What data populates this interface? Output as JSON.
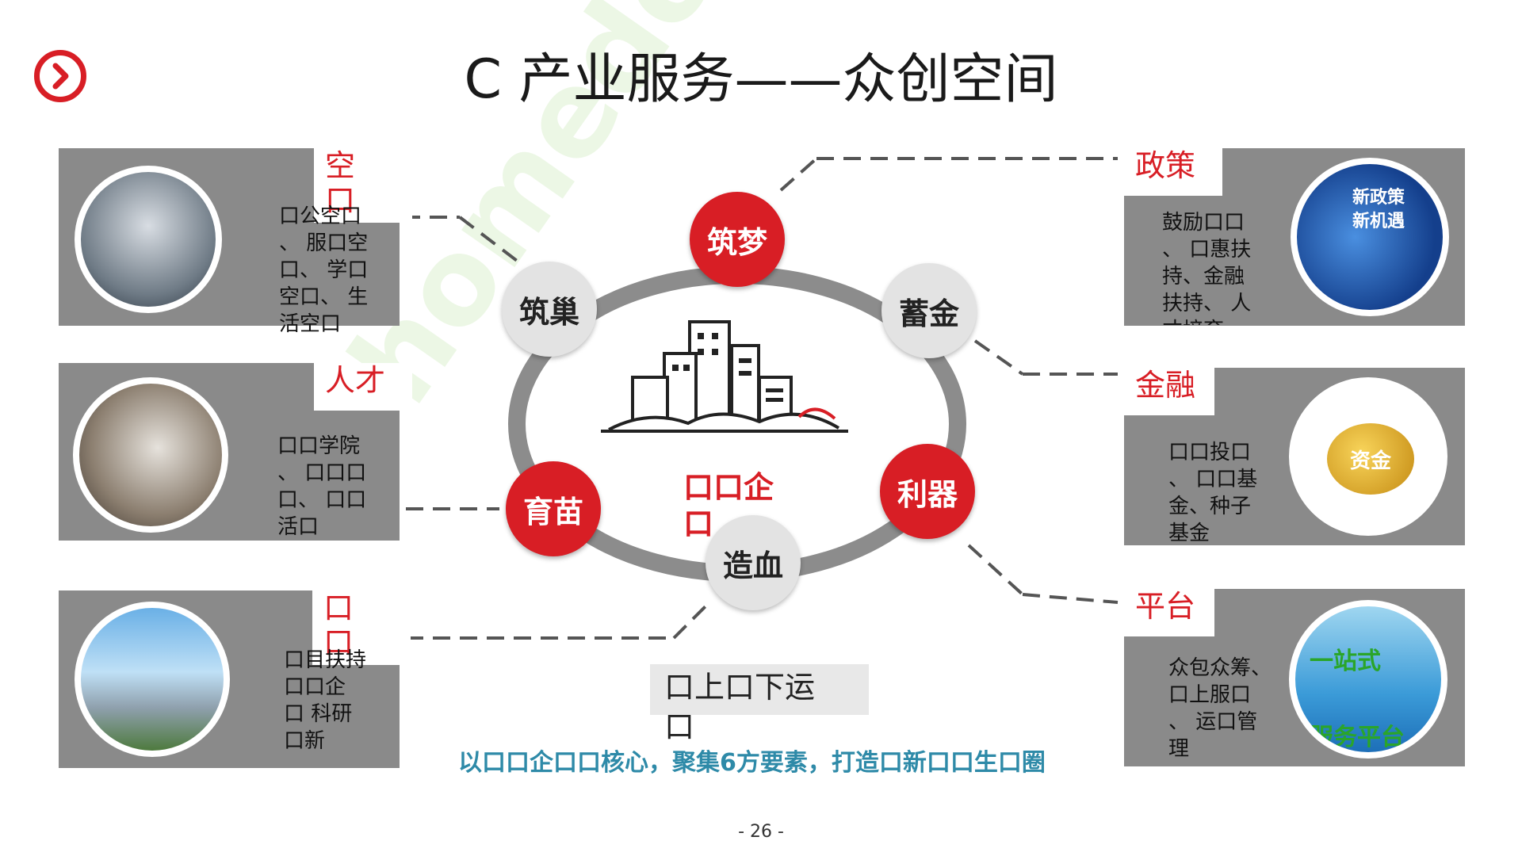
{
  "title": "C 产业服务——众创空间",
  "watermark": "homedo.com 河姆渡",
  "left_panels": [
    {
      "label": "空\n口",
      "text": "口公空口\n、   服口空\n口、  学口\n空口、   生\n活空口"
    },
    {
      "label": "人才",
      "text": "口口学院\n、   口口口\n口、   口口\n活口"
    },
    {
      "label": "口\n口",
      "text": "口目扶持\n口口企\n口    科研\n口新"
    }
  ],
  "right_panels": [
    {
      "label": "政策",
      "text": "鼓励口口\n、 口惠扶\n持、金融\n扶持、   人\n才培育",
      "photo_text": "新政策\n新机遇"
    },
    {
      "label": "金融",
      "text": "口口投口\n、    口口基\n金、种子\n基金",
      "photo_text": "资金"
    },
    {
      "label": "平台",
      "text": "众包众筹、\n口上服口\n、    运口管\n理",
      "photo_text": "一站式\n服务平台"
    }
  ],
  "nodes": {
    "zhumeng": "筑梦",
    "zhuchao": "筑巢",
    "xujin": "蓄金",
    "yumiao": "育苗",
    "liqi": "利器",
    "zaoxue": "造血"
  },
  "center_label": "口口企\n口",
  "bottom_label": "口上口下运\n口",
  "caption": "以口口企口口核心，聚集6方要素，打造口新口口生口圈",
  "page_number": "- 26 -",
  "colors": {
    "accent": "#d81e25",
    "panel": "#8a8a8a",
    "caption": "#2e8aa8"
  }
}
